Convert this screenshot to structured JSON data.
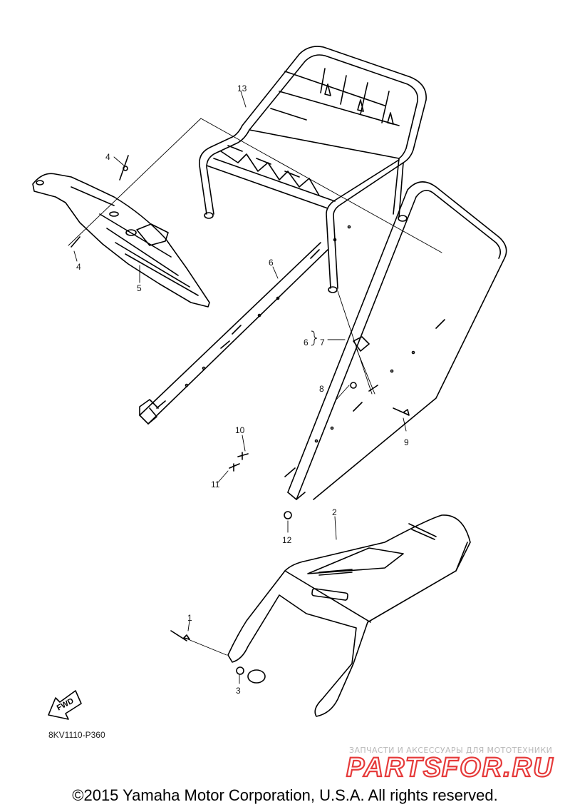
{
  "callouts": {
    "c1": "1",
    "c2": "2",
    "c3": "3",
    "c4a": "4",
    "c4b": "4",
    "c5": "5",
    "c6a": "6",
    "c6b": "6",
    "c7": "7",
    "c8": "8",
    "c9": "9",
    "c10": "10",
    "c11": "11",
    "c12": "12",
    "c13": "13"
  },
  "fwd_label": "FWD",
  "diagram_code": "8KV1110-P360",
  "watermark": {
    "tagline": "ЗАПЧАСТИ И АКСЕССУАРЫ ДЛЯ МОТОТЕХНИКИ",
    "brand_part1": "PARTS",
    "brand_part2": "FOR.RU",
    "color_part1": "#e63b3b",
    "color_part2": "#e63b3b"
  },
  "copyright": "©2015 Yamaha Motor Corporation, U.S.A. All rights reserved."
}
